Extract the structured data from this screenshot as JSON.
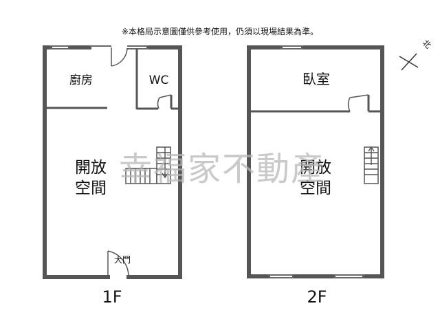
{
  "disclaimer": "※本格局示意圖僅供參考使用，仍須以現場結果為準。",
  "watermark": "幸福家不動產",
  "compass": {
    "label": "北"
  },
  "floor1": {
    "label": "1F",
    "rooms": {
      "kitchen": "廚房",
      "wc": "WC",
      "open_space_line1": "開放",
      "open_space_line2": "空間"
    },
    "door_label": "大門"
  },
  "floor2": {
    "label": "2F",
    "rooms": {
      "bedroom": "臥室",
      "open_space_line1": "開放",
      "open_space_line2": "空間"
    }
  }
}
